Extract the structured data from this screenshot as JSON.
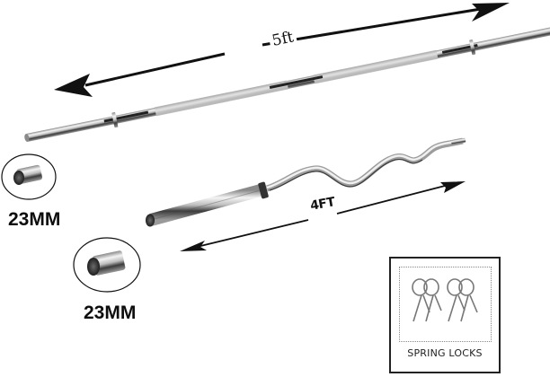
{
  "straight_bar": {
    "length_label": "5ft",
    "description": "straight chrome barbell rod"
  },
  "curl_bar": {
    "length_label": "4FT",
    "description": "EZ curl chrome barbell rod"
  },
  "diameter_callouts": [
    {
      "label": "23MM"
    },
    {
      "label": "23MM"
    }
  ],
  "accessory": {
    "caption": "SPRING LOCKS"
  },
  "colors": {
    "arrow": "#111111",
    "chrome_light": "#e6e6e6",
    "chrome_dark": "#4a4a4a",
    "background": "#ffffff"
  }
}
